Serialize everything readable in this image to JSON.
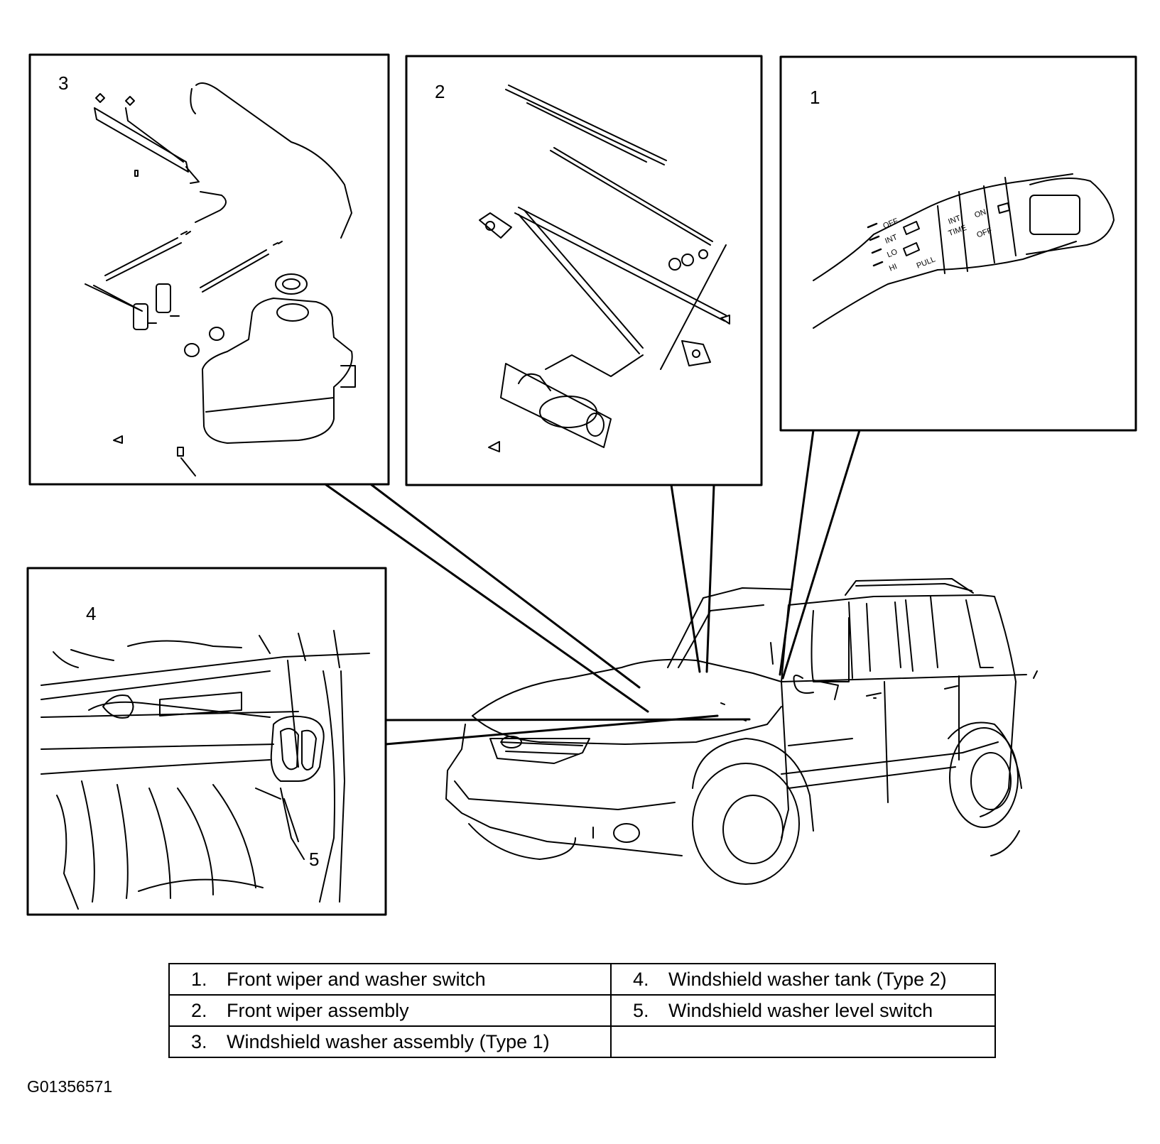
{
  "callouts": [
    "1",
    "2",
    "3",
    "4",
    "5"
  ],
  "switch_markings": {
    "left": [
      "OFF",
      "INT",
      "LO",
      "HI"
    ],
    "ring": [
      "INT",
      "TIME"
    ],
    "right": [
      "ON",
      "OFF"
    ],
    "pull": "PULL"
  },
  "legend": [
    {
      "num": "1.",
      "text": "Front wiper and washer switch"
    },
    {
      "num": "4.",
      "text": "Windshield washer tank (Type 2)"
    },
    {
      "num": "2.",
      "text": "Front wiper assembly"
    },
    {
      "num": "5.",
      "text": "Windshield washer level switch"
    },
    {
      "num": "3.",
      "text": "Windshield washer assembly (Type 1)"
    }
  ],
  "figure_id": "G01356571"
}
